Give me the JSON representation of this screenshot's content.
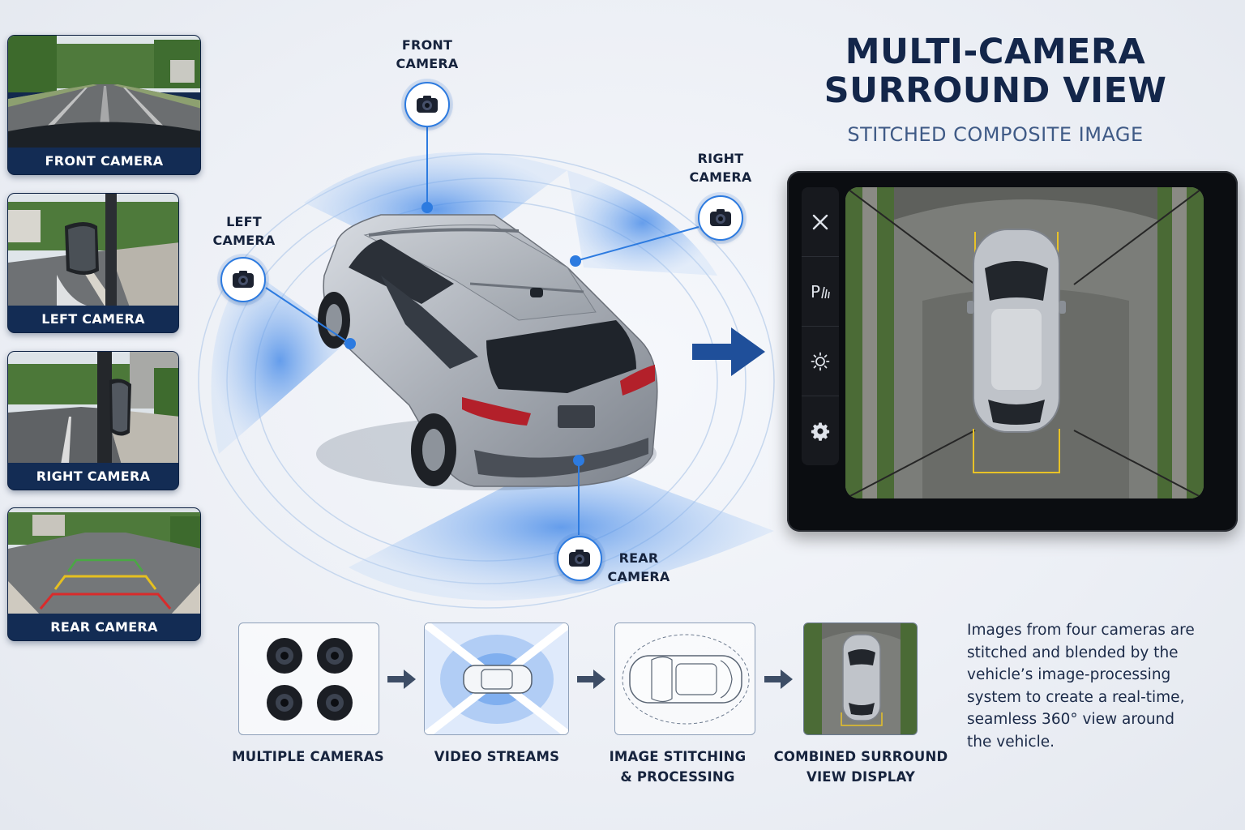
{
  "title": {
    "line1": "MULTI-CAMERA",
    "line2": "SURROUND VIEW"
  },
  "subtitle": "STITCHED COMPOSITE IMAGE",
  "thumbnails": {
    "front": "FRONT CAMERA",
    "left": "LEFT CAMERA",
    "right": "RIGHT CAMERA",
    "rear": "REAR CAMERA"
  },
  "camera_labels": {
    "front": [
      "FRONT",
      "CAMERA"
    ],
    "left": [
      "LEFT",
      "CAMERA"
    ],
    "right": [
      "RIGHT",
      "CAMERA"
    ],
    "rear": [
      "REAR",
      "CAMERA"
    ]
  },
  "display": {
    "buttons": [
      "close-icon",
      "parking-sensor-icon",
      "brightness-icon",
      "settings-gear-icon"
    ],
    "parking_button_text": "P"
  },
  "pipeline": {
    "steps": [
      {
        "line1": "MULTIPLE CAMERAS",
        "line2": ""
      },
      {
        "line1": "VIDEO STREAMS",
        "line2": ""
      },
      {
        "line1": "IMAGE STITCHING",
        "line2": "& PROCESSING"
      },
      {
        "line1": "COMBINED SURROUND",
        "line2": "VIEW DISPLAY"
      }
    ]
  },
  "description": {
    "lines": [
      "Images from four cameras are",
      "stitched and blended by the",
      "vehicle’s image-processing",
      "system to create a real-time,",
      "seamless 360° view around",
      "the vehicle."
    ]
  },
  "colors": {
    "navy": "#132c54",
    "accent_blue": "#2d7be0",
    "arrow_blue": "#1f4f9a",
    "coverage_blue": "#5a98ea"
  }
}
